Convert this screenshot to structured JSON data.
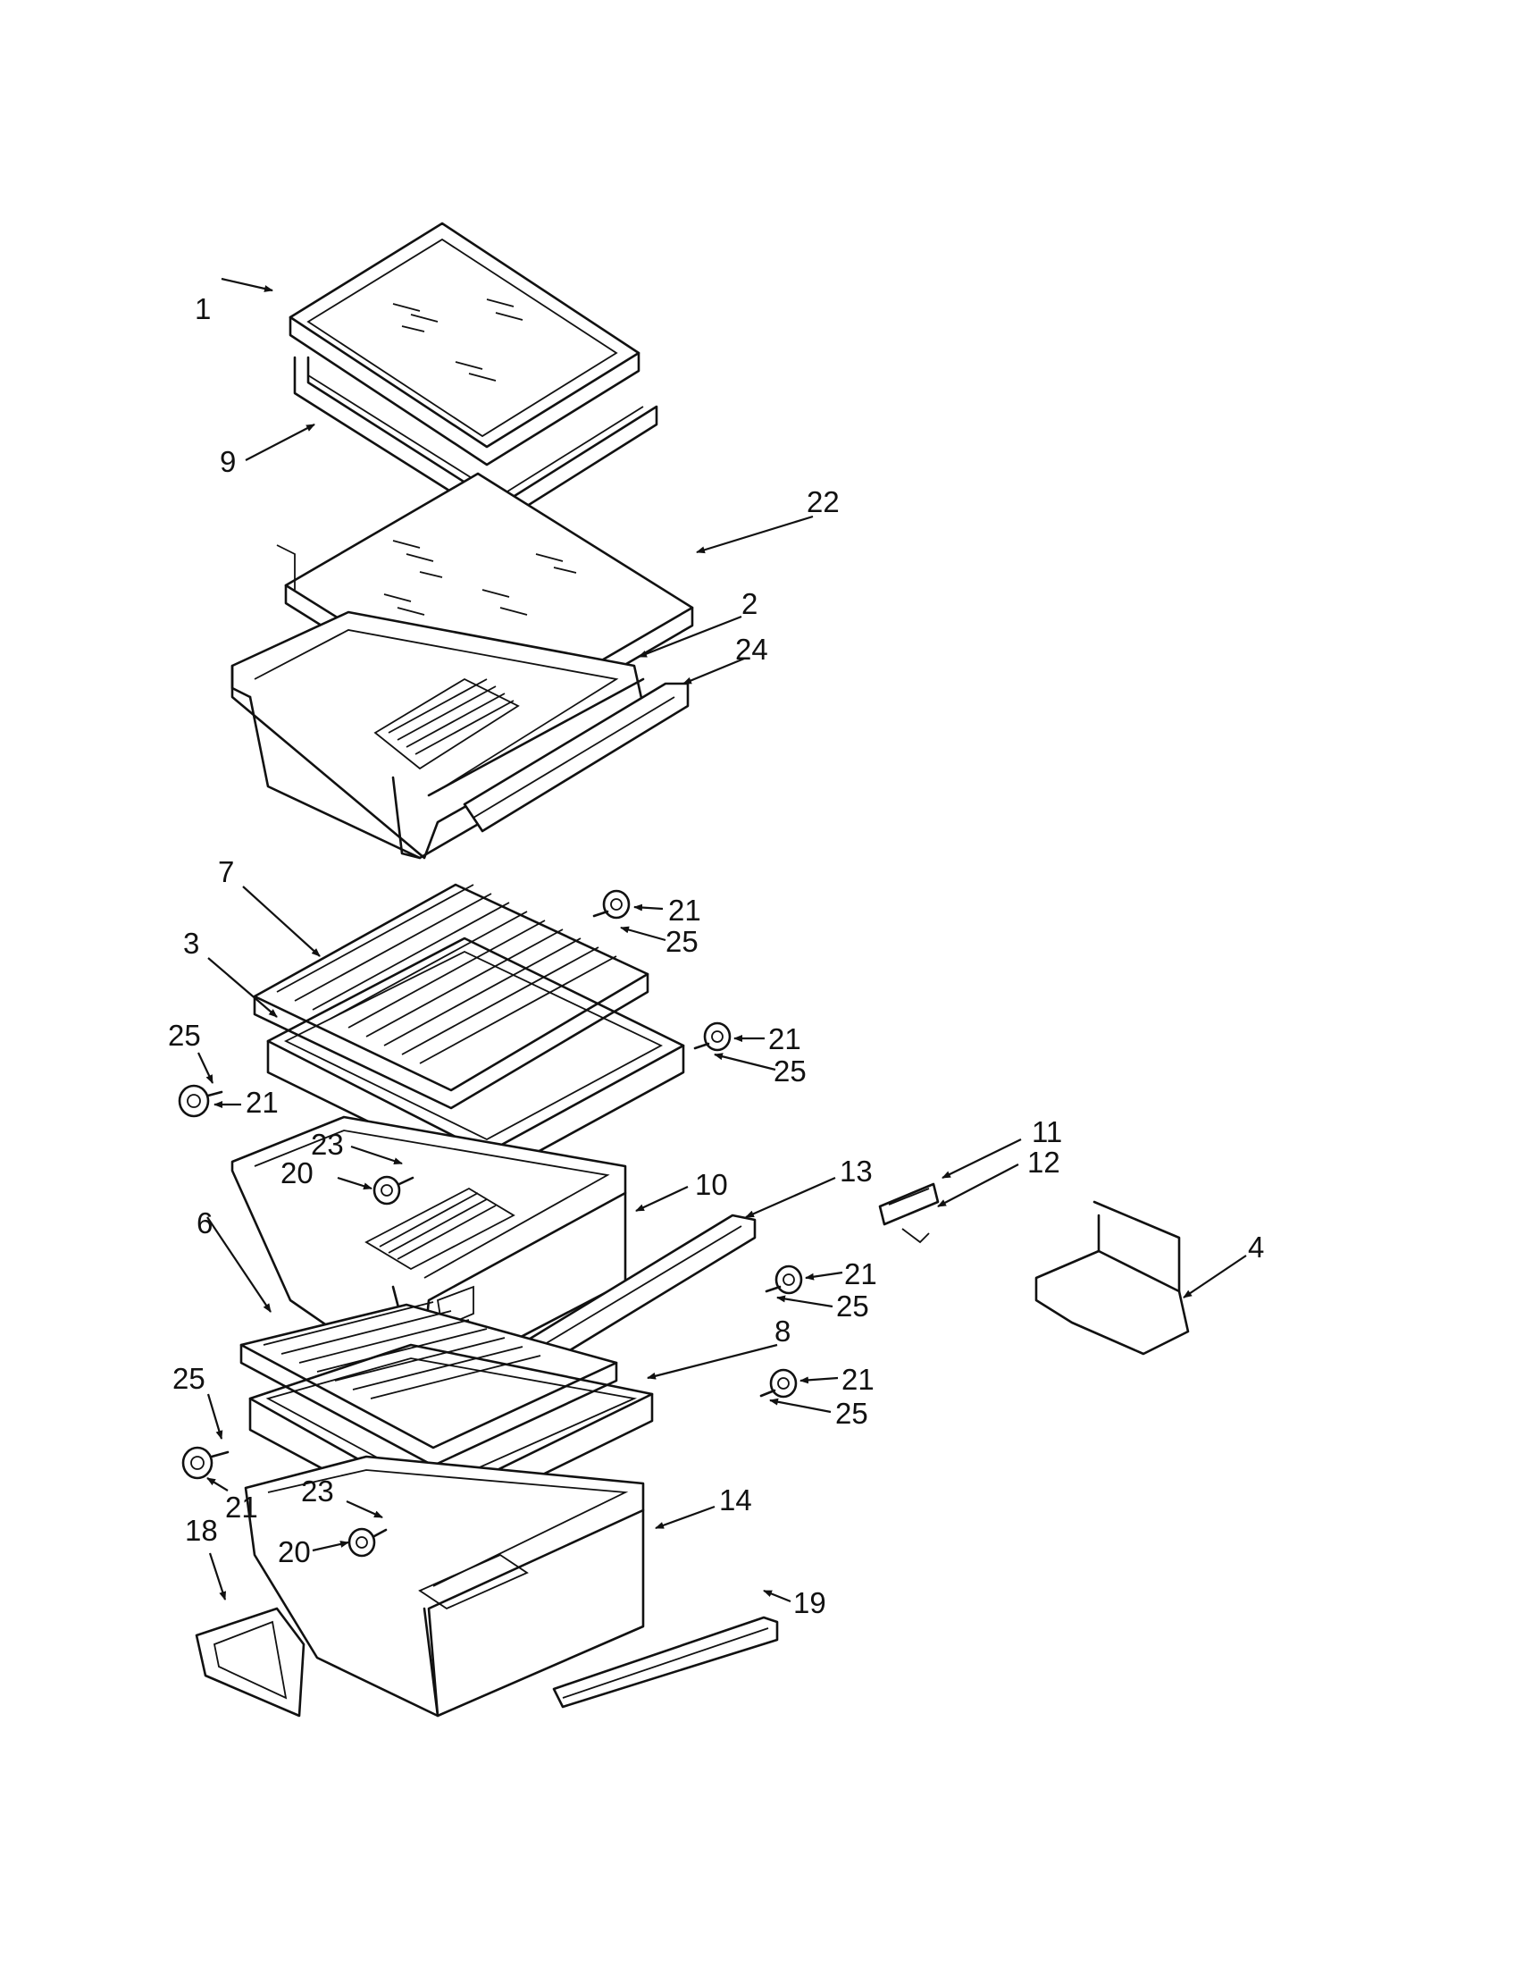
{
  "diagram": {
    "callouts": [
      {
        "id": "c1",
        "text": "1"
      },
      {
        "id": "c9",
        "text": "9"
      },
      {
        "id": "c22",
        "text": "22"
      },
      {
        "id": "c2",
        "text": "2"
      },
      {
        "id": "c24",
        "text": "24"
      },
      {
        "id": "c7",
        "text": "7"
      },
      {
        "id": "c21a",
        "text": "21"
      },
      {
        "id": "c25a",
        "text": "25"
      },
      {
        "id": "c3",
        "text": "3"
      },
      {
        "id": "c21b",
        "text": "21"
      },
      {
        "id": "c25b",
        "text": "25"
      },
      {
        "id": "c25c",
        "text": "25"
      },
      {
        "id": "c21c",
        "text": "21"
      },
      {
        "id": "c23a",
        "text": "23"
      },
      {
        "id": "c20a",
        "text": "20"
      },
      {
        "id": "c11",
        "text": "11"
      },
      {
        "id": "c12",
        "text": "12"
      },
      {
        "id": "c13",
        "text": "13"
      },
      {
        "id": "c10",
        "text": "10"
      },
      {
        "id": "c4",
        "text": "4"
      },
      {
        "id": "c6",
        "text": "6"
      },
      {
        "id": "c21d",
        "text": "21"
      },
      {
        "id": "c25d",
        "text": "25"
      },
      {
        "id": "c8",
        "text": "8"
      },
      {
        "id": "c21e",
        "text": "21"
      },
      {
        "id": "c25e",
        "text": "25"
      },
      {
        "id": "c25f",
        "text": "25"
      },
      {
        "id": "c21f",
        "text": "21"
      },
      {
        "id": "c23b",
        "text": "23"
      },
      {
        "id": "c20b",
        "text": "20"
      },
      {
        "id": "c14",
        "text": "14"
      },
      {
        "id": "c18",
        "text": "18"
      },
      {
        "id": "c19",
        "text": "19"
      }
    ]
  }
}
